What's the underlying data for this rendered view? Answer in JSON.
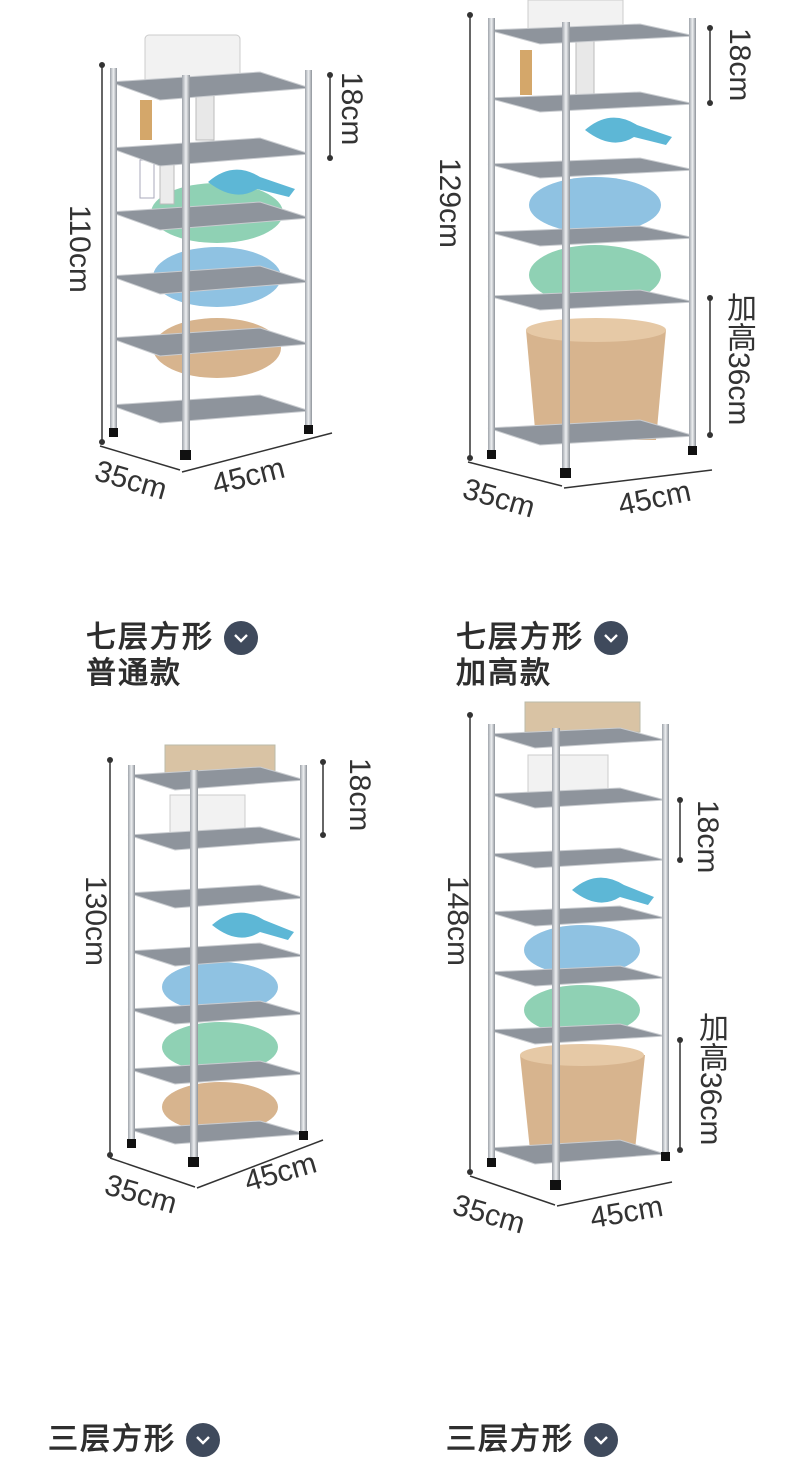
{
  "top_left": {
    "height": "110cm",
    "gap": "18cm",
    "depth": "35cm",
    "width": "45cm",
    "shelves": 6
  },
  "top_right": {
    "height": "129cm",
    "gap": "18cm",
    "tall_gap": "加高36cm",
    "depth": "35cm",
    "width": "45cm",
    "shelves": 6
  },
  "section_left": {
    "title_line1": "七层方形",
    "title_line2": "普通款",
    "height": "130cm",
    "gap": "18cm",
    "depth": "35cm",
    "width": "45cm",
    "shelves": 7
  },
  "section_right": {
    "title_line1": "七层方形",
    "title_line2": "加高款",
    "height": "148cm",
    "gap": "18cm",
    "tall_gap": "加高36cm",
    "depth": "35cm",
    "width": "45cm",
    "shelves": 7
  },
  "bottom_left": {
    "title_line1": "三层方形"
  },
  "bottom_right": {
    "title_line1": "三层方形"
  },
  "colors": {
    "accent": "#3f4a5c",
    "steel": "#b8bcc2",
    "shelf": "#8e949c",
    "basin_green": "#8fd1b4",
    "basin_blue": "#8fc2e2",
    "basin_tan": "#d7b48e"
  },
  "icons": [
    "chevron-down-icon"
  ]
}
